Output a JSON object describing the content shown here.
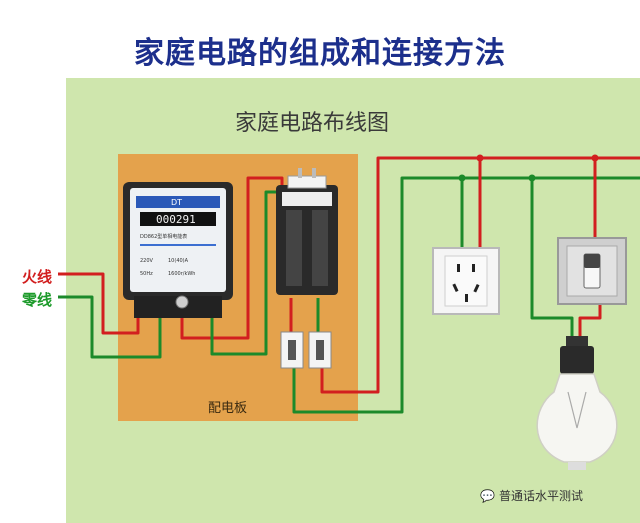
{
  "page": {
    "title": "家庭电路的组成和连接方法",
    "diagram_title": "家庭电路布线图",
    "board_label": "配电板",
    "live_wire_label": "火线",
    "neutral_wire_label": "零线",
    "watermark": "普通话水平测试"
  },
  "meter": {
    "brand": "DT",
    "reading": "000291",
    "model_text": "DD862型单相电能表",
    "spec1": "220V",
    "spec2": "10(40)A",
    "spec3": "50Hz",
    "spec4": "1600r/kWh"
  },
  "icons": [
    "wechat-icon",
    "power-meter-icon",
    "knife-switch-icon",
    "fuse-icon",
    "socket-icon",
    "wall-switch-icon",
    "light-bulb-icon"
  ],
  "colors": {
    "live": "#d21f1f",
    "neutral": "#1c8a2a",
    "title": "#1c2f8c",
    "panel": "#cfe6ad",
    "board": "#e4a24c"
  }
}
